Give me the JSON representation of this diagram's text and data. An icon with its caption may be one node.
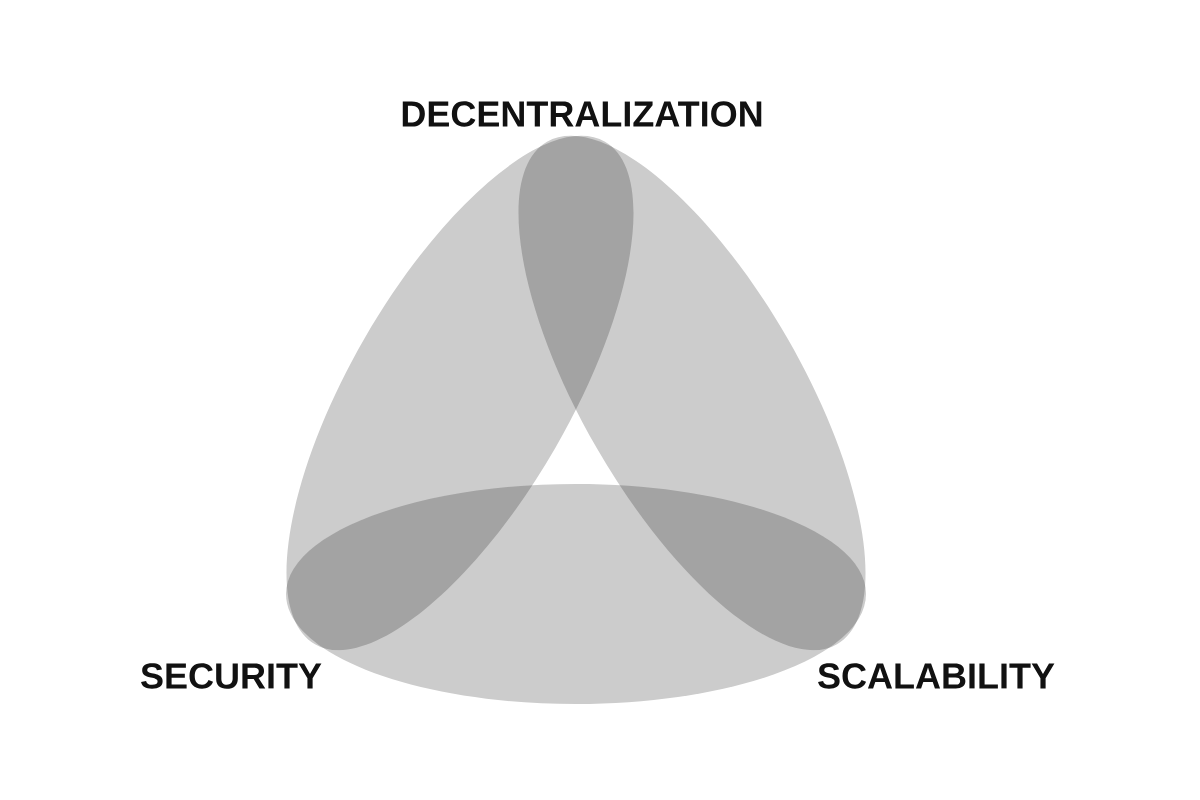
{
  "diagram": {
    "labels": [
      "DECENTRALIZATION",
      "SECURITY",
      "SCALABILITY"
    ]
  }
}
